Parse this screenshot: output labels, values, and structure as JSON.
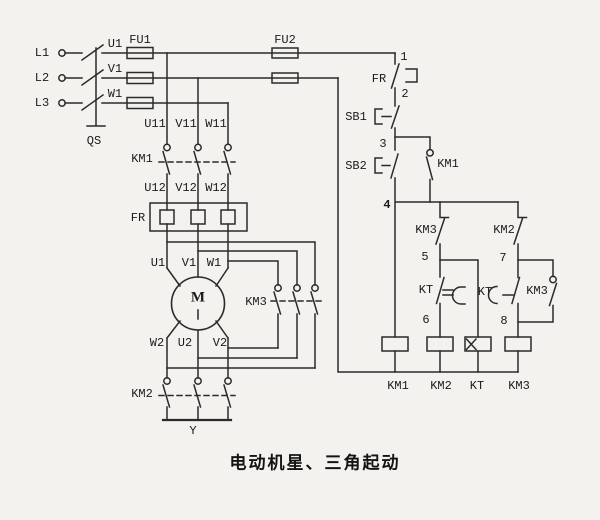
{
  "title": "电动机星、三角起动",
  "power": {
    "sources": [
      "L1",
      "L2",
      "L3"
    ],
    "switch": "QS",
    "fuse1": "FU1",
    "fuse2": "FU2",
    "phase_after_switch": [
      "U1",
      "V1",
      "W1"
    ],
    "wires_above_km1": [
      "U11",
      "V11",
      "W11"
    ],
    "km1_main": "KM1",
    "wires_below_km1": [
      "U12",
      "V12",
      "W12"
    ],
    "thermal": "FR",
    "motor_top_terminals": [
      "U1",
      "V1",
      "W1"
    ],
    "motor": "M",
    "km3_main": "KM3",
    "motor_bottom_terminals": [
      "W2",
      "U2",
      "V2"
    ],
    "km2_main": "KM2",
    "star_point": "Y"
  },
  "control": {
    "nodes": [
      "1",
      "2",
      "3",
      "4",
      "5",
      "6",
      "7",
      "8"
    ],
    "fr_contact": "FR",
    "stop_button": "SB1",
    "start_button": "SB2",
    "km1_aux": "KM1",
    "km3_nc": "KM3",
    "km2_nc": "KM2",
    "kt_nc": "KT",
    "kt_no": "KT",
    "km3_aux": "KM3",
    "coils": [
      "KM1",
      "KM2",
      "KT",
      "KM3"
    ]
  }
}
